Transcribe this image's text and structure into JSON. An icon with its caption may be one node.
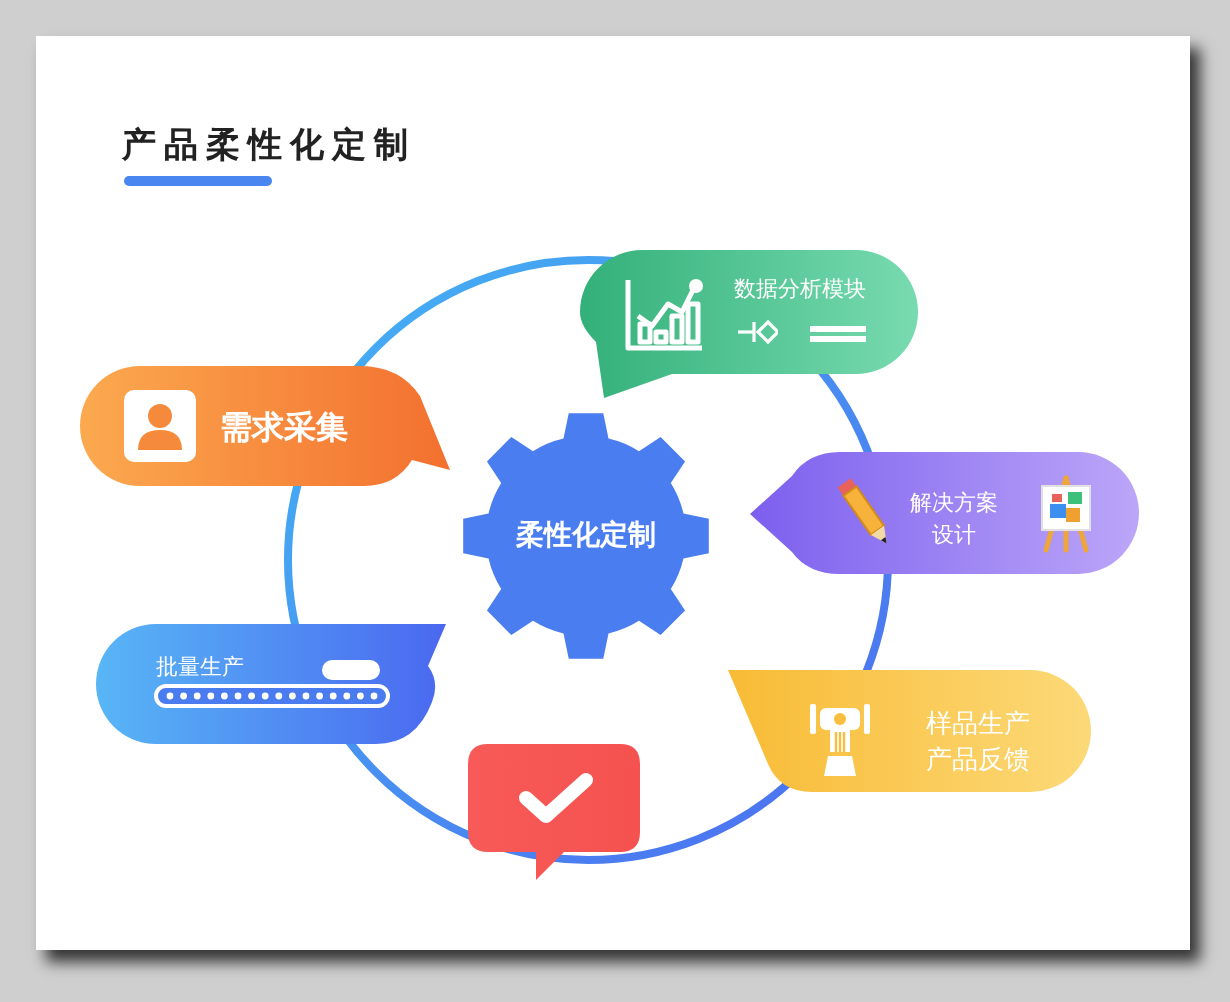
{
  "diagram": {
    "title": "产品柔性化定制",
    "nodes": [
      {
        "text": [
          "柔性化定制"
        ]
      },
      {
        "text": [
          "需求采集"
        ]
      },
      {
        "text": [
          "数据分析模块"
        ]
      },
      {
        "text": [
          "解决方案设计"
        ]
      },
      {
        "text": [
          "样品生产",
          "产品反馈"
        ]
      },
      {
        "text": [],
        "shape": "box"
      },
      {
        "text": [
          "批量生产"
        ]
      }
    ]
  }
}
